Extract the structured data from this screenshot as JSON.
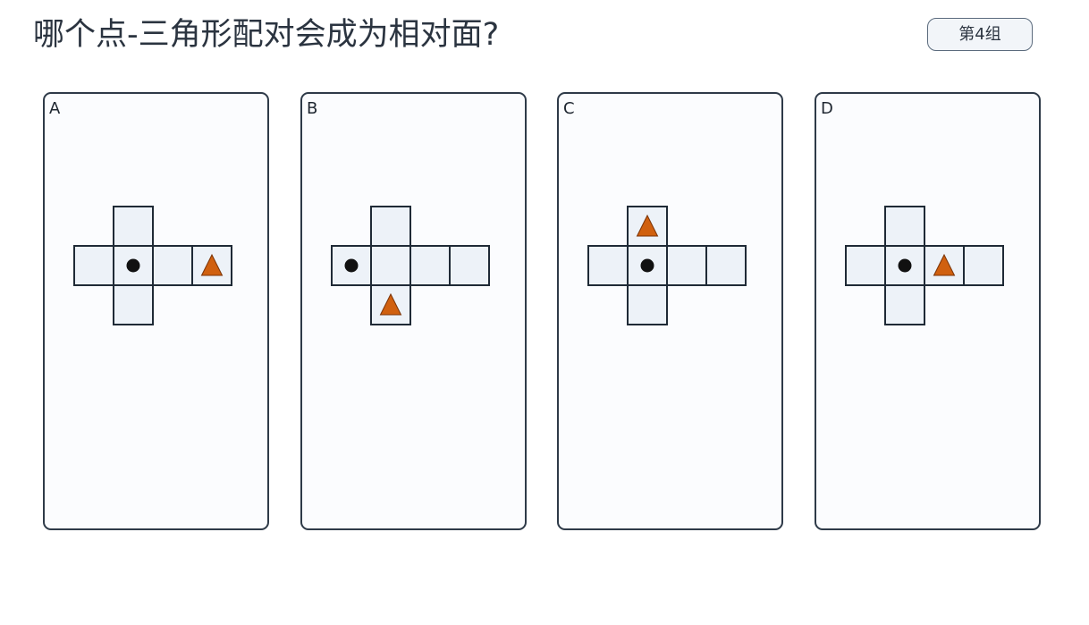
{
  "header": {
    "title": "哪个点-三角形配对会成为相对面?",
    "group_badge": "第4组"
  },
  "colors": {
    "face_fill": "#edf2f8",
    "face_stroke": "#1f2a36",
    "dot": "#111111",
    "triangle_fill": "#d0600f",
    "triangle_stroke": "#7a3306"
  },
  "options": [
    {
      "label": "A",
      "faces": [
        {
          "col": 1,
          "row": 0,
          "symbol": ""
        },
        {
          "col": 0,
          "row": 1,
          "symbol": ""
        },
        {
          "col": 1,
          "row": 1,
          "symbol": "dot"
        },
        {
          "col": 2,
          "row": 1,
          "symbol": ""
        },
        {
          "col": 3,
          "row": 1,
          "symbol": "triangle"
        },
        {
          "col": 1,
          "row": 2,
          "symbol": ""
        }
      ]
    },
    {
      "label": "B",
      "faces": [
        {
          "col": 1,
          "row": 0,
          "symbol": ""
        },
        {
          "col": 0,
          "row": 1,
          "symbol": "dot"
        },
        {
          "col": 1,
          "row": 1,
          "symbol": ""
        },
        {
          "col": 2,
          "row": 1,
          "symbol": ""
        },
        {
          "col": 3,
          "row": 1,
          "symbol": ""
        },
        {
          "col": 1,
          "row": 2,
          "symbol": "triangle"
        }
      ]
    },
    {
      "label": "C",
      "faces": [
        {
          "col": 1,
          "row": 0,
          "symbol": "triangle"
        },
        {
          "col": 0,
          "row": 1,
          "symbol": ""
        },
        {
          "col": 1,
          "row": 1,
          "symbol": "dot"
        },
        {
          "col": 2,
          "row": 1,
          "symbol": ""
        },
        {
          "col": 3,
          "row": 1,
          "symbol": ""
        },
        {
          "col": 1,
          "row": 2,
          "symbol": ""
        }
      ]
    },
    {
      "label": "D",
      "faces": [
        {
          "col": 1,
          "row": 0,
          "symbol": ""
        },
        {
          "col": 0,
          "row": 1,
          "symbol": ""
        },
        {
          "col": 1,
          "row": 1,
          "symbol": "dot"
        },
        {
          "col": 2,
          "row": 1,
          "symbol": "triangle"
        },
        {
          "col": 3,
          "row": 1,
          "symbol": ""
        },
        {
          "col": 1,
          "row": 2,
          "symbol": ""
        }
      ]
    }
  ]
}
